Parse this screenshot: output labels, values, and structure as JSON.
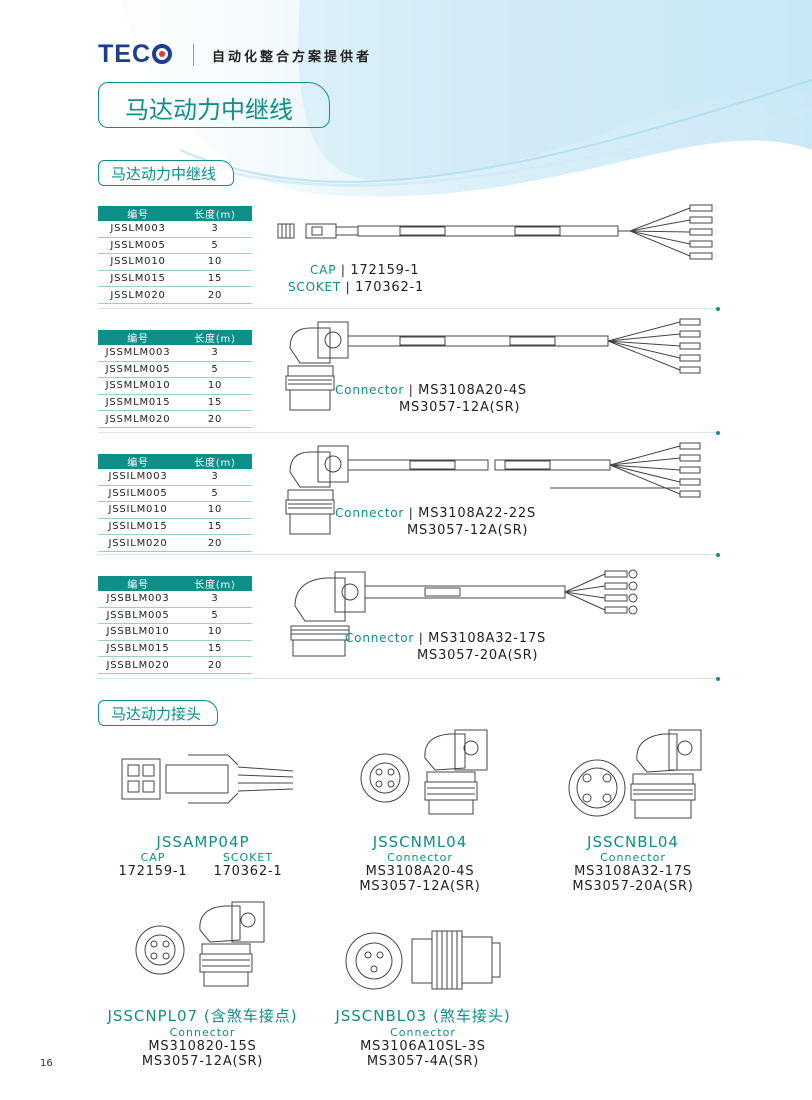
{
  "header": {
    "logo_text": "TEC",
    "tagline": "自动化整合方案提供者",
    "page_title": "马达动力中继线"
  },
  "section1": {
    "title": "马达动力中继线",
    "col_headers": [
      "编号",
      "长度(m)"
    ],
    "tables": [
      {
        "rows": [
          [
            "JSSLM003",
            "3"
          ],
          [
            "JSSLM005",
            "5"
          ],
          [
            "JSSLM010",
            "10"
          ],
          [
            "JSSLM015",
            "15"
          ],
          [
            "JSSLM020",
            "20"
          ]
        ],
        "label1": "CAP",
        "value1": "172159-1",
        "label2": "SCOKET",
        "value2": "170362-1"
      },
      {
        "rows": [
          [
            "JSSMLM003",
            "3"
          ],
          [
            "JSSMLM005",
            "5"
          ],
          [
            "JSSMLM010",
            "10"
          ],
          [
            "JSSMLM015",
            "15"
          ],
          [
            "JSSMLM020",
            "20"
          ]
        ],
        "label1": "Connector",
        "value1": "MS3108A20-4S",
        "value2": "MS3057-12A(SR)"
      },
      {
        "rows": [
          [
            "JSSILM003",
            "3"
          ],
          [
            "JSSILM005",
            "5"
          ],
          [
            "JSSILM010",
            "10"
          ],
          [
            "JSSILM015",
            "15"
          ],
          [
            "JSSILM020",
            "20"
          ]
        ],
        "label1": "Connector",
        "value1": "MS3108A22-22S",
        "value2": "MS3057-12A(SR)"
      },
      {
        "rows": [
          [
            "JSSBLM003",
            "3"
          ],
          [
            "JSSBLM005",
            "5"
          ],
          [
            "JSSBLM010",
            "10"
          ],
          [
            "JSSBLM015",
            "15"
          ],
          [
            "JSSBLM020",
            "20"
          ]
        ],
        "label1": "Connector",
        "value1": "MS3108A32-17S",
        "value2": "MS3057-20A(SR)"
      }
    ]
  },
  "section2": {
    "title": "马达动力接头",
    "products": [
      {
        "name": "JSSAMP04P",
        "sub1": "CAP",
        "sub2": "SCOKET",
        "val1": "172159-1",
        "val2": "170362-1"
      },
      {
        "name": "JSSCNML04",
        "sub": "Connector",
        "val1": "MS3108A20-4S",
        "val2": "MS3057-12A(SR)"
      },
      {
        "name": "JSSCNBL04",
        "sub": "Connector",
        "val1": "MS3108A32-17S",
        "val2": "MS3057-20A(SR)"
      },
      {
        "name": "JSSCNPL07 (含煞车接点)",
        "sub": "Connector",
        "val1": "MS310820-15S",
        "val2": "MS3057-12A(SR)"
      },
      {
        "name": "JSSCNBL03 (煞车接头)",
        "sub": "Connector",
        "val1": "MS3106A10SL-3S",
        "val2": "MS3057-4A(SR)"
      }
    ]
  },
  "footer": {
    "page_number": "16"
  },
  "colors": {
    "accent": "#0e8f8a",
    "logo": "#1b3f8f",
    "logo_dot": "#e23a2b"
  }
}
